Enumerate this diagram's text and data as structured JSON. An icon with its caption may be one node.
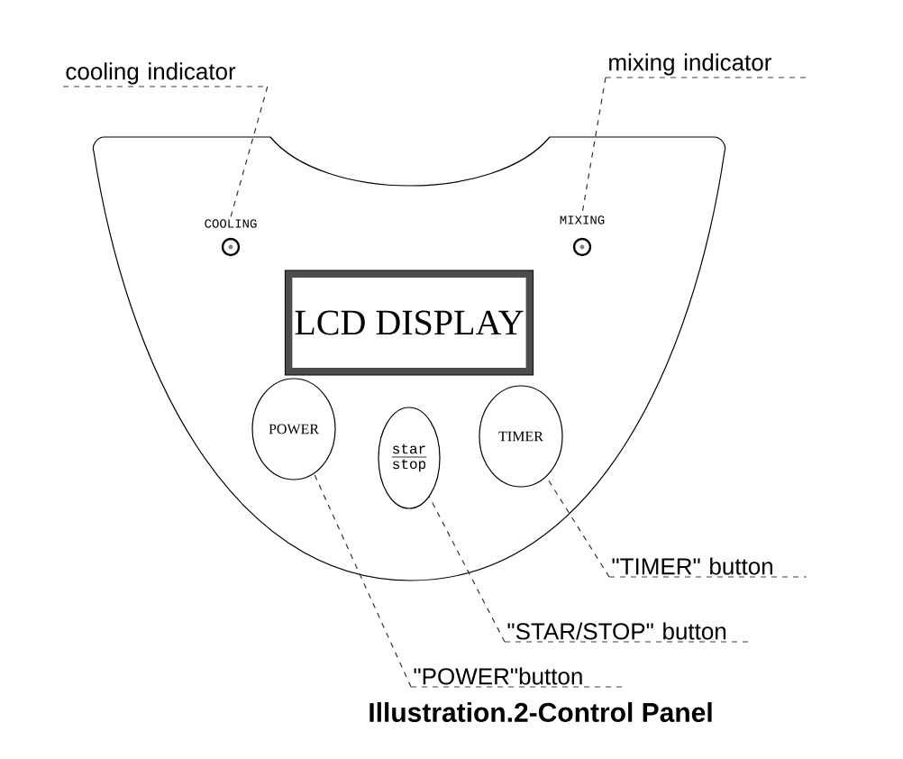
{
  "diagram": {
    "caption": "Illustration.2-Control Panel",
    "nodes": [
      {
        "text": [
          "cooling indicator"
        ]
      },
      {
        "text": [
          "mixing indicator"
        ]
      },
      {
        "text": [
          "COOLING"
        ]
      },
      {
        "text": [
          "MIXING"
        ]
      },
      {
        "text": [
          "LCD DISPLAY"
        ]
      },
      {
        "text": [
          "POWER"
        ]
      },
      {
        "text": [
          "star",
          "stop"
        ]
      },
      {
        "text": [
          "TIMER"
        ]
      },
      {
        "text": [
          "\"TIMER\" button"
        ]
      },
      {
        "text": [
          "\"STAR/STOP\" button"
        ]
      },
      {
        "text": [
          "\"POWER\"button"
        ]
      }
    ],
    "edges": [
      {
        "from": 0,
        "to": 2,
        "arrow": "none",
        "style": "dashed"
      },
      {
        "from": 1,
        "to": 3,
        "arrow": "none",
        "style": "dashed"
      },
      {
        "from": 8,
        "to": 7,
        "arrow": "none",
        "style": "dashed"
      },
      {
        "from": 9,
        "to": 6,
        "arrow": "none",
        "style": "dashed"
      },
      {
        "from": 10,
        "to": 5,
        "arrow": "none",
        "style": "dashed"
      }
    ]
  }
}
